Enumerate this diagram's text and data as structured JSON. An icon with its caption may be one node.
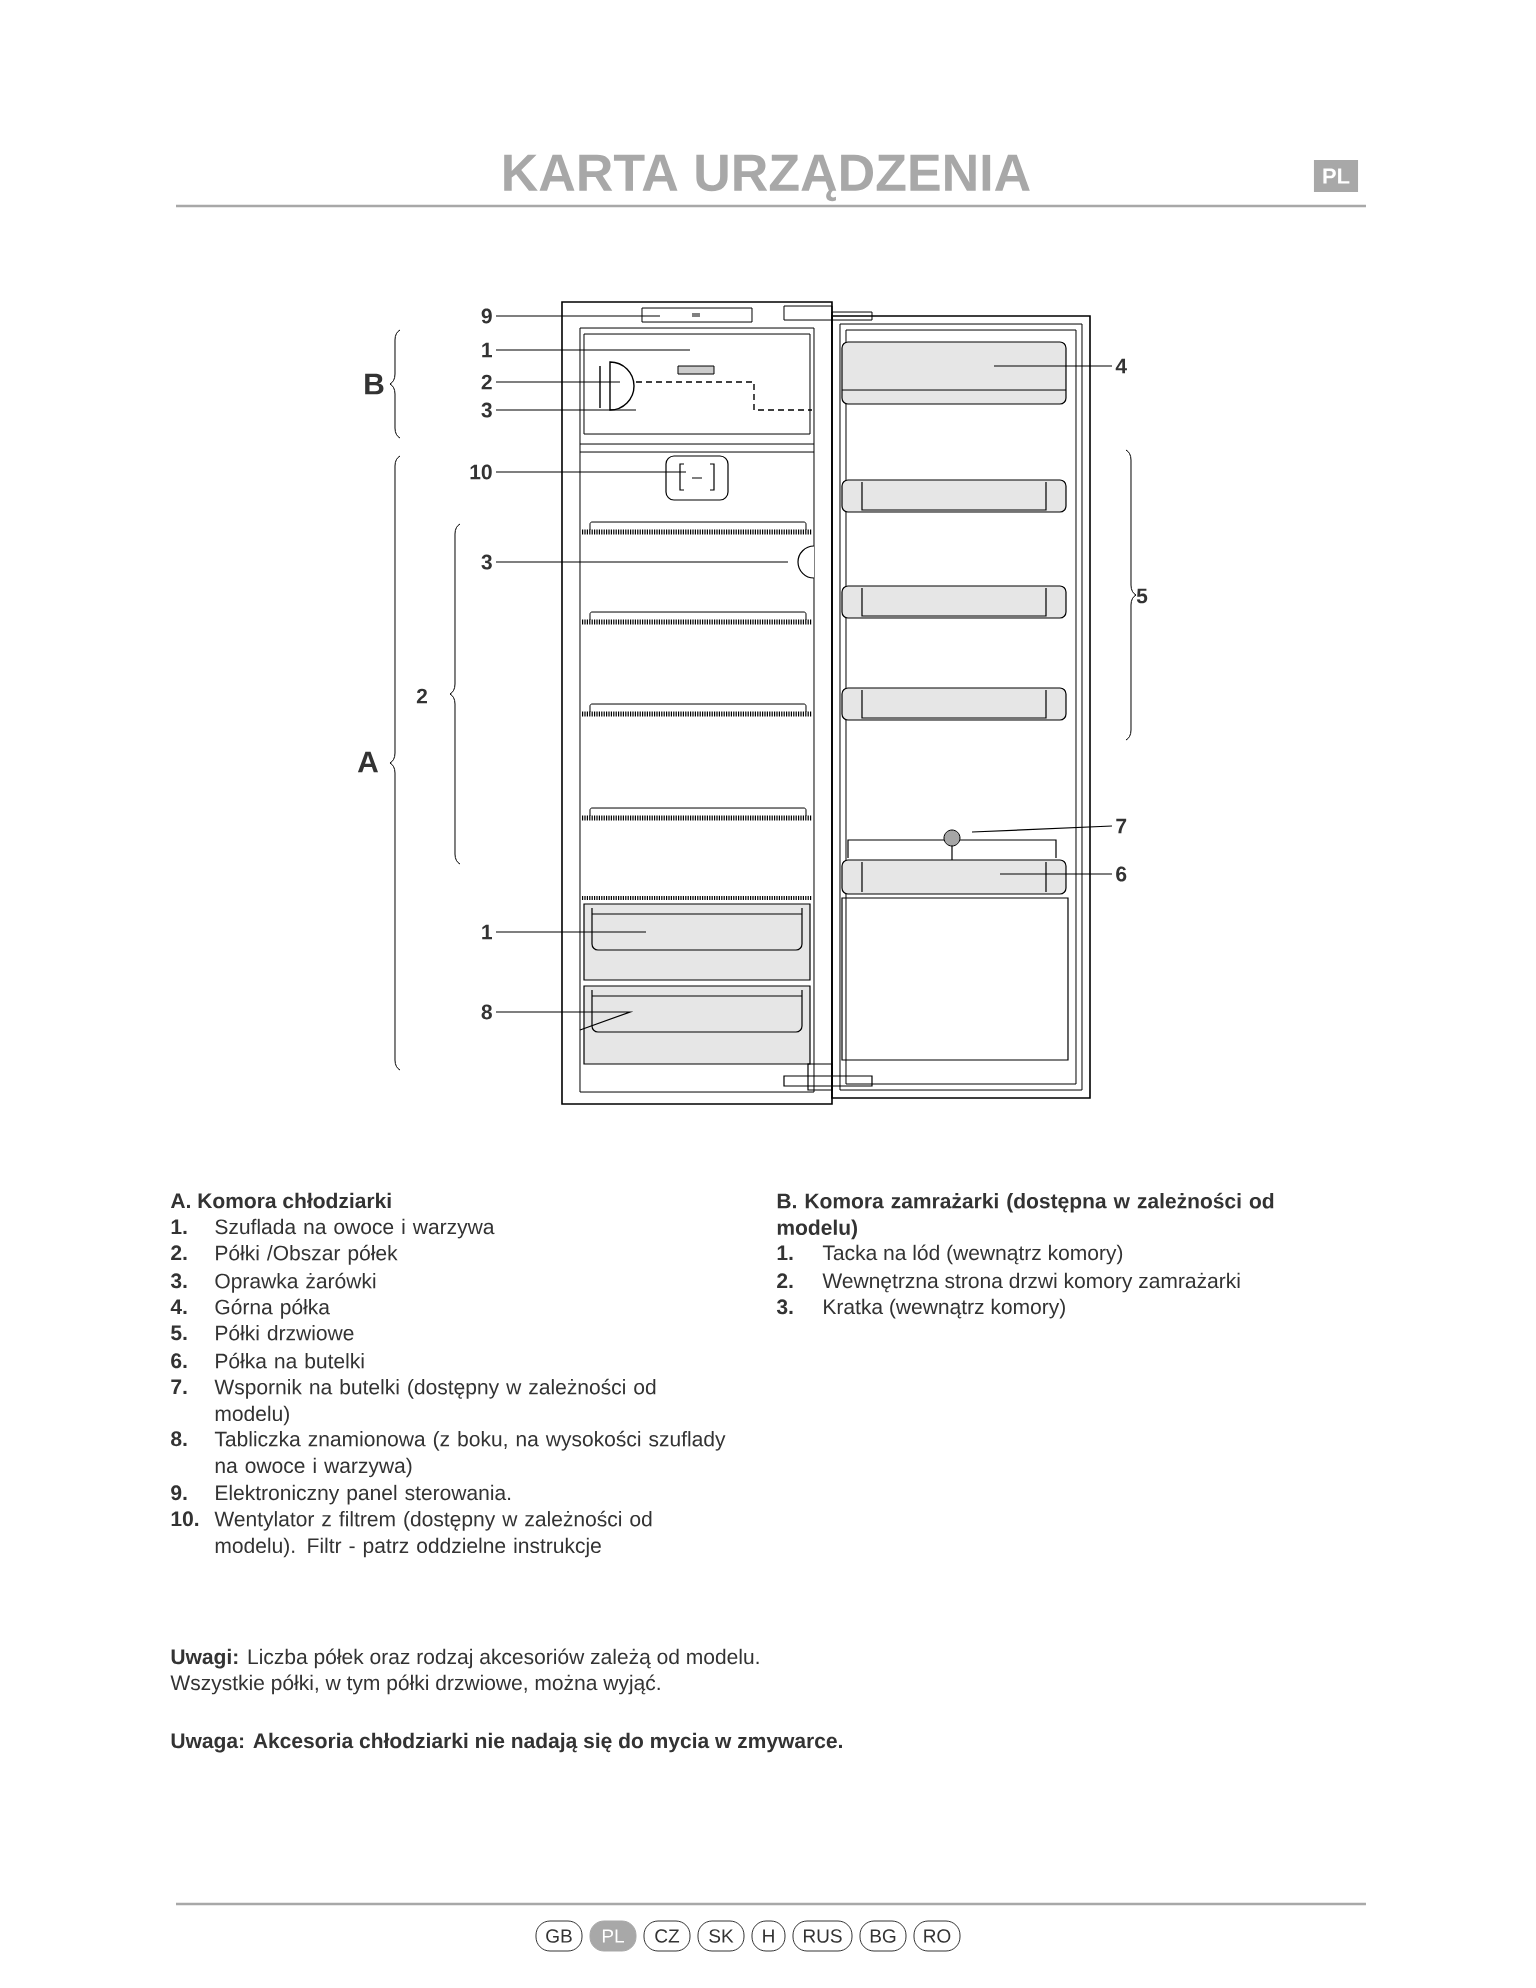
{
  "diagram": {
    "title": "KARTA URZĄDZENIA",
    "nodes": [
      {
        "text": [
          "PL"
        ]
      },
      {
        "text": [
          "9"
        ]
      },
      {
        "text": [
          "1"
        ]
      },
      {
        "text": [
          "2"
        ]
      },
      {
        "text": [
          "3"
        ]
      },
      {
        "text": [
          "10"
        ]
      },
      {
        "text": [
          "3"
        ]
      },
      {
        "text": [
          "1"
        ]
      },
      {
        "text": [
          "8"
        ]
      },
      {
        "text": [
          "4"
        ]
      },
      {
        "text": [
          "7"
        ]
      },
      {
        "text": [
          "6"
        ]
      },
      {
        "text": [
          "GB"
        ]
      },
      {
        "text": [
          "PL"
        ]
      },
      {
        "text": [
          "CZ"
        ]
      },
      {
        "text": [
          "SK"
        ]
      },
      {
        "text": [
          "H"
        ]
      },
      {
        "text": [
          "RUS"
        ]
      },
      {
        "text": [
          "BG"
        ]
      },
      {
        "text": [
          "RO"
        ]
      }
    ],
    "edges": [
      {
        "from": 1,
        "to": null,
        "arrow": "none"
      },
      {
        "from": 2,
        "to": null,
        "arrow": "none"
      },
      {
        "from": 3,
        "to": null,
        "arrow": "none"
      },
      {
        "from": 4,
        "to": null,
        "arrow": "none"
      },
      {
        "from": 5,
        "to": null,
        "arrow": "none"
      },
      {
        "from": 6,
        "to": null,
        "arrow": "none"
      },
      {
        "from": 7,
        "to": null,
        "arrow": "none"
      },
      {
        "from": 8,
        "to": null,
        "arrow": "none"
      },
      {
        "from": 9,
        "to": null,
        "arrow": "none"
      },
      {
        "from": 10,
        "to": null,
        "arrow": "none"
      },
      {
        "from": 11,
        "to": null,
        "arrow": "none"
      }
    ],
    "labels": [
      "B",
      "5",
      "2",
      "A",
      "A. Komora chłodziarki",
      "1.",
      "Szuflada na owoce i warzywa",
      "2.",
      "Półki /Obszar półek",
      "3.",
      "Oprawka żarówki",
      "4.",
      "Górna półka",
      "5.",
      "Półki drzwiowe",
      "6.",
      "Półka na butelki",
      "7.",
      "Wspornik na butelki (dostępny w zależności od modelu)",
      "8.",
      "Tabliczka znamionowa (z boku, na wysokości szuflady na owoce i warzywa)",
      "9.",
      "Elektroniczny panel sterowania.",
      "10.",
      "Wentylator z filtrem (dostępny w zależności od modelu). Filtr - patrz oddzielne instrukcje",
      "B. Komora zamrażarki (dostępna w zależności od modelu)",
      "1.",
      "Tacka na lód (wewnątrz komory)",
      "2.",
      "Wewnętrzna strona drzwi komory zamrażarki",
      "3.",
      "Kratka (wewnątrz komory)",
      "**Uwagi:** Liczba półek oraz rodzaj akcesoriów zależą od modelu.",
      "Wszystkie półki, w tym półki drzwiowe, można wyjąć.",
      "Uwaga: Akcesoria chłodziarki nie nadają się do mycia w zmywarce."
    ]
  }
}
